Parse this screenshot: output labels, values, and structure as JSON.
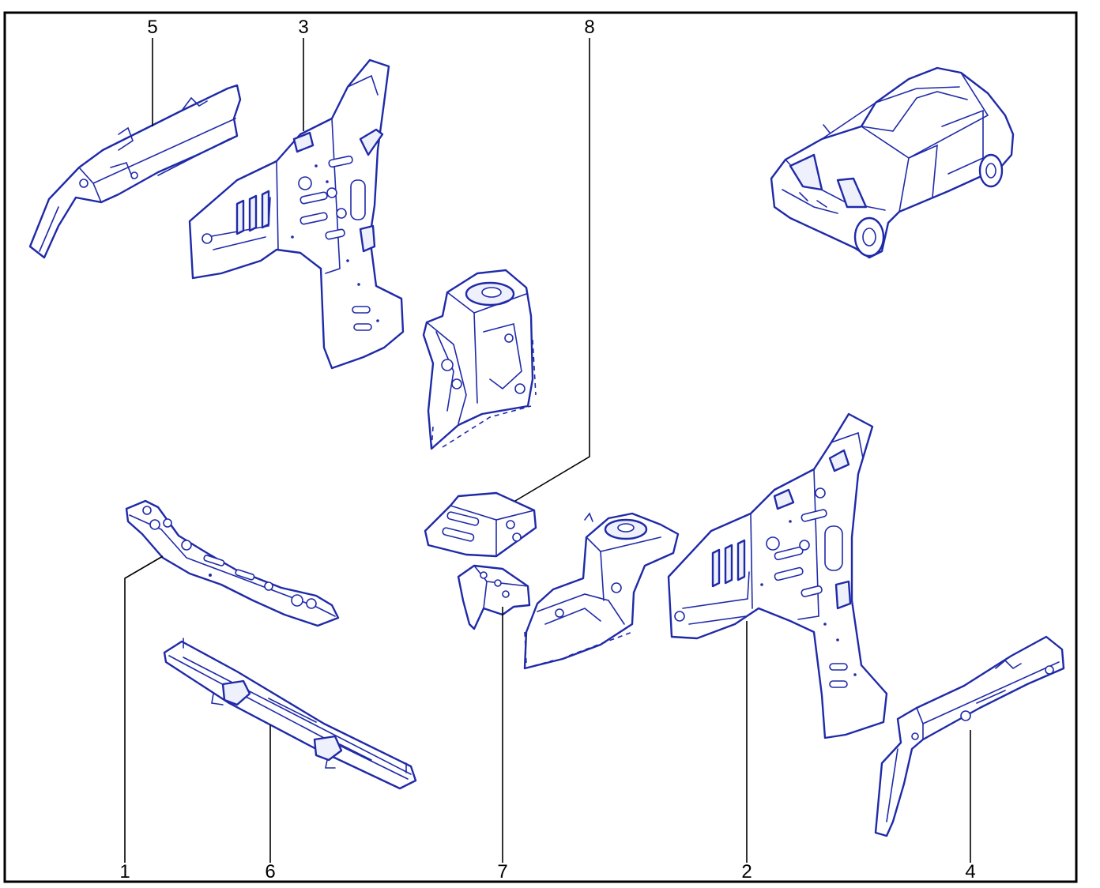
{
  "callouts": {
    "c1": "1",
    "c2": "2",
    "c3": "3",
    "c4": "4",
    "c5": "5",
    "c6": "6",
    "c7": "7",
    "c8": "8"
  },
  "colors": {
    "line_art": "#1f2aa8",
    "frame": "#000000",
    "background": "#ffffff"
  },
  "icons": {
    "vehicle": "car-outline-icon"
  }
}
